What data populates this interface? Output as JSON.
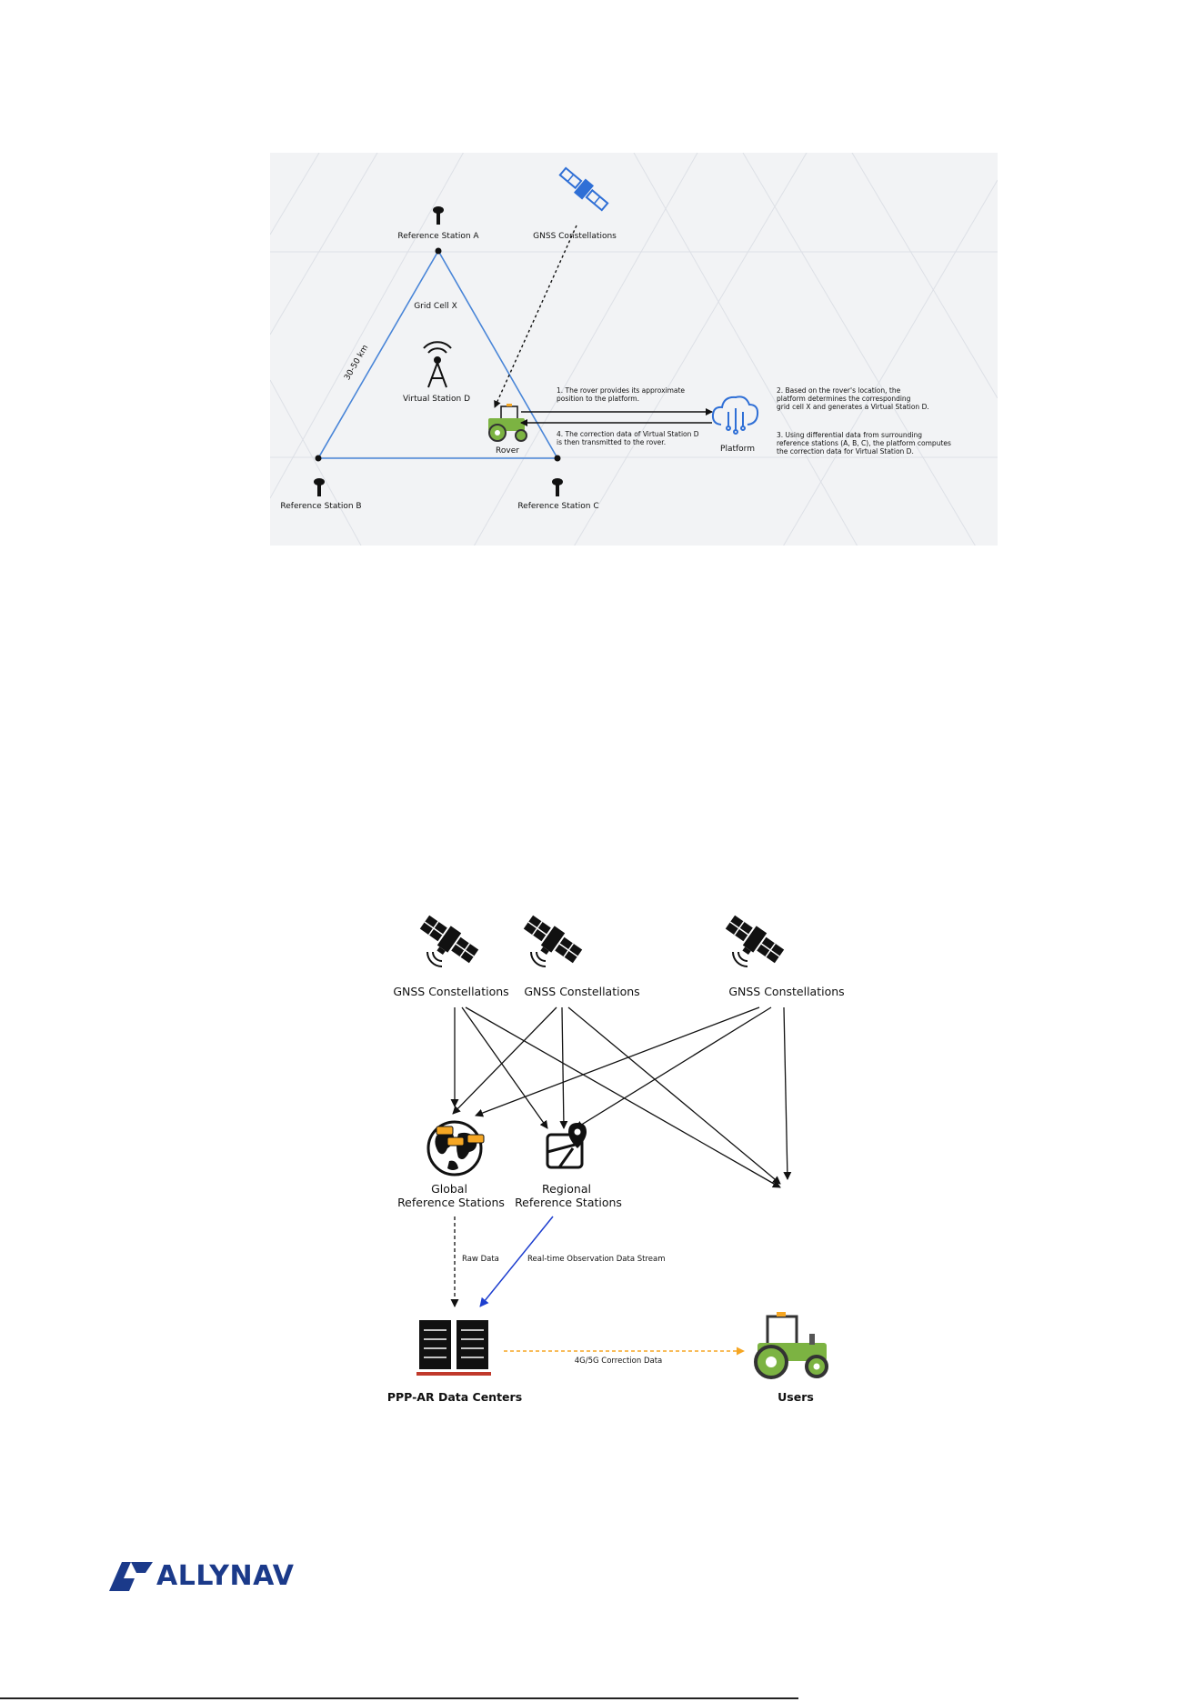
{
  "figure1": {
    "reference_station_a": "Reference Station A",
    "reference_station_b": "Reference Station B",
    "reference_station_c": "Reference Station C",
    "gnss": "GNSS Constellations",
    "grid_cell": "Grid Cell X",
    "distance": "30-50 km",
    "virtual_station": "Virtual Station D",
    "rover": "Rover",
    "platform": "Platform",
    "step1": [
      "1. The rover provides its approximate",
      "position to the platform."
    ],
    "step2": [
      "2. Based on the rover's location, the",
      "platform determines the corresponding",
      "grid cell X and generates a Virtual Station D."
    ],
    "step3": [
      "3. Using differential data from surrounding",
      "reference stations (A, B, C), the platform computes",
      "the correction data for Virtual Station D."
    ],
    "step4": [
      "4. The correction data of Virtual Station D",
      "is then transmitted to the rover."
    ]
  },
  "figure2": {
    "gnss_1": "GNSS Constellations",
    "gnss_2": "GNSS Constellations",
    "gnss_3": "GNSS Constellations",
    "global_ref": [
      "Global",
      "Reference Stations"
    ],
    "regional_ref": [
      "Regional",
      "Reference Stations"
    ],
    "raw_data": "Raw Data",
    "realtime_stream": "Real-time Observation Data Stream",
    "correction_data": "4G/5G Correction Data",
    "data_centers": "PPP-AR Data Centers",
    "users": "Users"
  },
  "logo": {
    "text": "ALLYNAV"
  },
  "colors": {
    "brand": "#1b3a8a",
    "grid_line": "#4a86d8",
    "blue_icon": "#2f6fd6",
    "tractor_green": "#7cb342",
    "orange": "#f5a623",
    "datacenter_red": "#c0392b"
  }
}
